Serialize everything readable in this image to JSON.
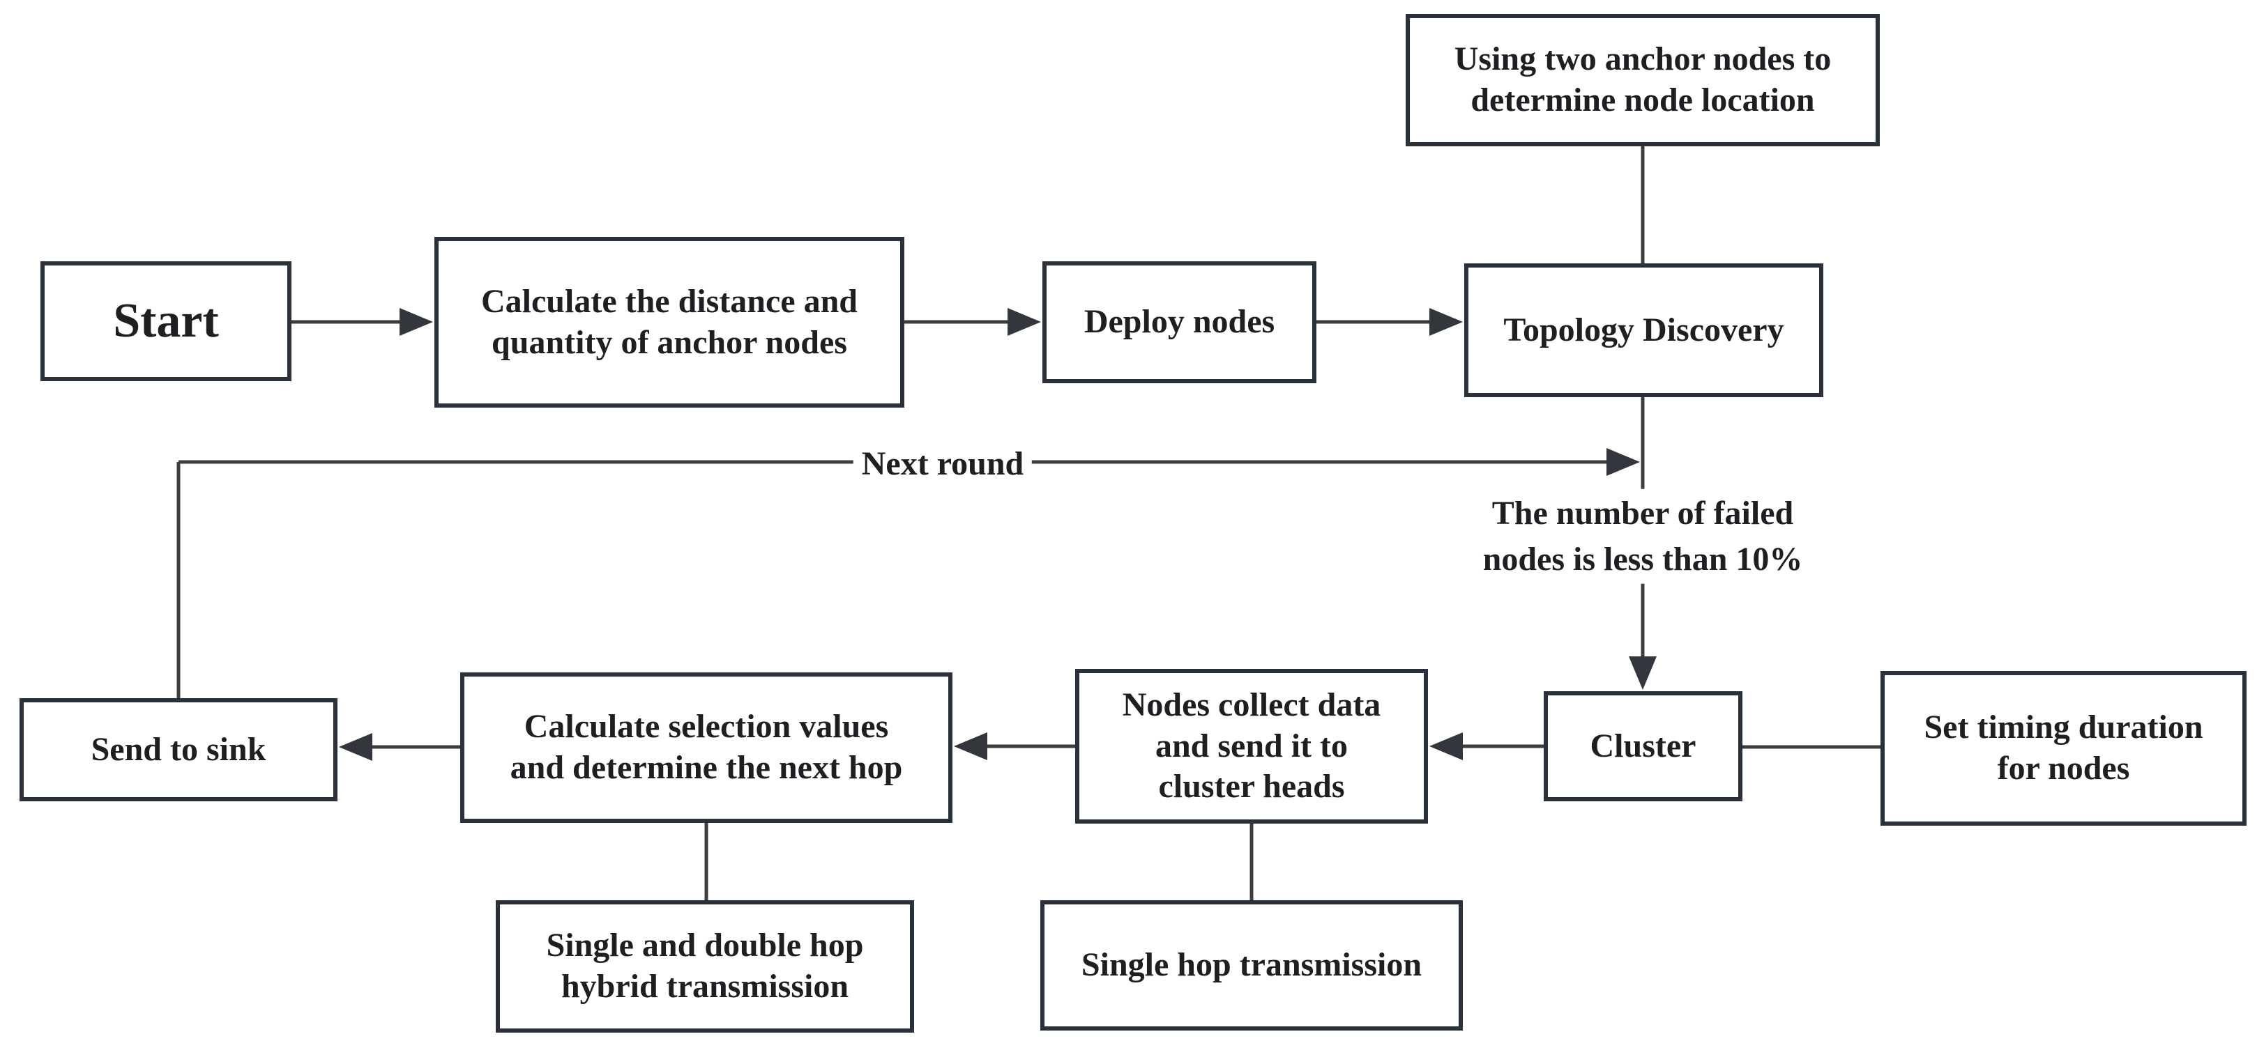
{
  "diagram": {
    "type": "flowchart",
    "colors": {
      "background": "#ffffff",
      "box_border": "#2b313a",
      "connector": "#3d3d3d",
      "text": "#1f1f23"
    },
    "nodes": {
      "start": {
        "label": "Start"
      },
      "calc_anchor": {
        "label": "Calculate the distance and\nquantity of anchor nodes"
      },
      "deploy": {
        "label": "Deploy nodes"
      },
      "topology": {
        "label": "Topology Discovery"
      },
      "anchor_info": {
        "label": "Using two anchor nodes to\ndetermine node location"
      },
      "send_sink": {
        "label": "Send to sink"
      },
      "calc_select": {
        "label": "Calculate selection values\nand determine the next hop"
      },
      "nodes_collect": {
        "label": "Nodes collect data\nand send it to\ncluster heads"
      },
      "cluster": {
        "label": "Cluster"
      },
      "set_timing": {
        "label": "Set timing duration\nfor nodes"
      },
      "hybrid": {
        "label": "Single and double hop\nhybrid transmission"
      },
      "single_hop": {
        "label": "Single hop transmission"
      }
    },
    "edge_labels": {
      "next_round": "Next round",
      "failed_nodes": "The number of failed\nnodes is less than 10%"
    }
  }
}
